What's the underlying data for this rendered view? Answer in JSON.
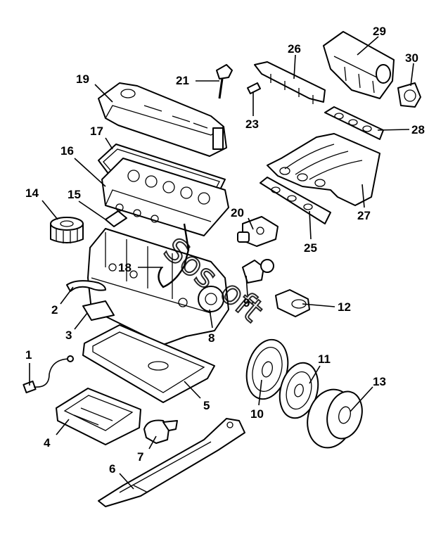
{
  "diagram": {
    "watermark": "Sos"
  },
  "callouts": [
    {
      "id": "1",
      "label": "1"
    },
    {
      "id": "2",
      "label": "2"
    },
    {
      "id": "3",
      "label": "3"
    },
    {
      "id": "4",
      "label": "4"
    },
    {
      "id": "5",
      "label": "5"
    },
    {
      "id": "6",
      "label": "6"
    },
    {
      "id": "7",
      "label": "7"
    },
    {
      "id": "8",
      "label": "8"
    },
    {
      "id": "9",
      "label": "9"
    },
    {
      "id": "10",
      "label": "10"
    },
    {
      "id": "11",
      "label": "11"
    },
    {
      "id": "12",
      "label": "12"
    },
    {
      "id": "13",
      "label": "13"
    },
    {
      "id": "14",
      "label": "14"
    },
    {
      "id": "15",
      "label": "15"
    },
    {
      "id": "16",
      "label": "16"
    },
    {
      "id": "17",
      "label": "17"
    },
    {
      "id": "18",
      "label": "18"
    },
    {
      "id": "19",
      "label": "19"
    },
    {
      "id": "20",
      "label": "20"
    },
    {
      "id": "21",
      "label": "21"
    },
    {
      "id": "23",
      "label": "23"
    },
    {
      "id": "25",
      "label": "25"
    },
    {
      "id": "26",
      "label": "26"
    },
    {
      "id": "27",
      "label": "27"
    },
    {
      "id": "28",
      "label": "28"
    },
    {
      "id": "29",
      "label": "29"
    },
    {
      "id": "30",
      "label": "30"
    }
  ]
}
